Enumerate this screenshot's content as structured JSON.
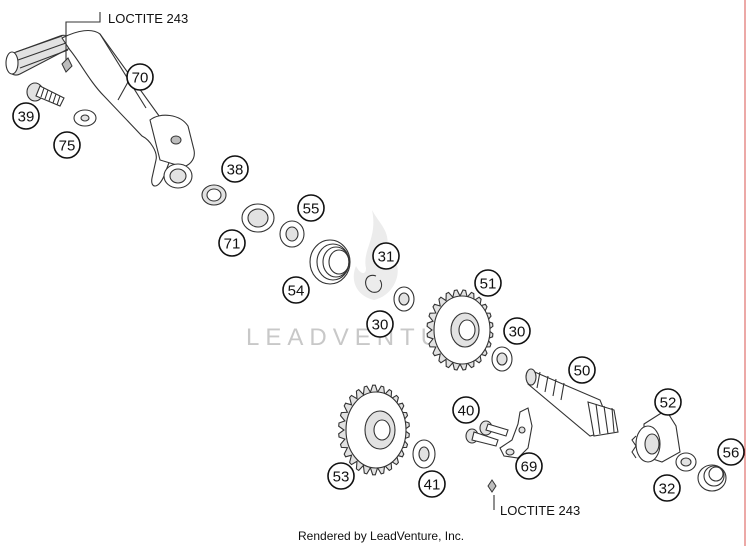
{
  "notes": {
    "loctite_top": "LOCTITE 243",
    "loctite_bottom": "LOCTITE 243"
  },
  "watermark": "LEADVENTURE",
  "footer": "Rendered by LeadVenture, Inc.",
  "callouts": [
    {
      "id": "70",
      "num": "70"
    },
    {
      "id": "39",
      "num": "39"
    },
    {
      "id": "75",
      "num": "75"
    },
    {
      "id": "38",
      "num": "38"
    },
    {
      "id": "55",
      "num": "55"
    },
    {
      "id": "71",
      "num": "71"
    },
    {
      "id": "31",
      "num": "31"
    },
    {
      "id": "54",
      "num": "54"
    },
    {
      "id": "51",
      "num": "51"
    },
    {
      "id": "30a",
      "num": "30"
    },
    {
      "id": "30b",
      "num": "30"
    },
    {
      "id": "50",
      "num": "50"
    },
    {
      "id": "40",
      "num": "40"
    },
    {
      "id": "52",
      "num": "52"
    },
    {
      "id": "53",
      "num": "53"
    },
    {
      "id": "69",
      "num": "69"
    },
    {
      "id": "41",
      "num": "41"
    },
    {
      "id": "32",
      "num": "32"
    },
    {
      "id": "56",
      "num": "56"
    }
  ]
}
